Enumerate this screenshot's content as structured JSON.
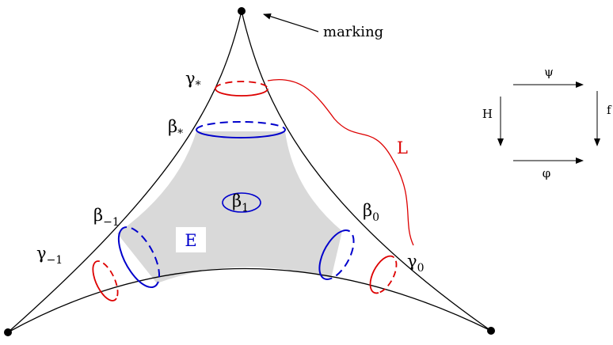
{
  "colors": {
    "outline": "#000000",
    "region_fill": "#d9d9d9",
    "blue": "#0000cc",
    "red": "#dd0000",
    "label_bg": "#ffffff"
  },
  "annotation": {
    "marking": "marking"
  },
  "curves": {
    "gamma_star": {
      "base": "γ",
      "sub": "*"
    },
    "beta_star": {
      "base": "β",
      "sub": "*"
    },
    "beta_minus1": {
      "base": "β",
      "sub": "−1"
    },
    "gamma_minus1": {
      "base": "γ",
      "sub": "−1"
    },
    "beta_0": {
      "base": "β",
      "sub": "0"
    },
    "gamma_0": {
      "base": "γ",
      "sub": "0"
    },
    "beta_1": {
      "base": "β",
      "sub": "1"
    }
  },
  "region_label": "E",
  "path_label": "L",
  "commutative_square": {
    "top": "ψ",
    "left": "H",
    "right": "f",
    "bottom": "φ"
  }
}
